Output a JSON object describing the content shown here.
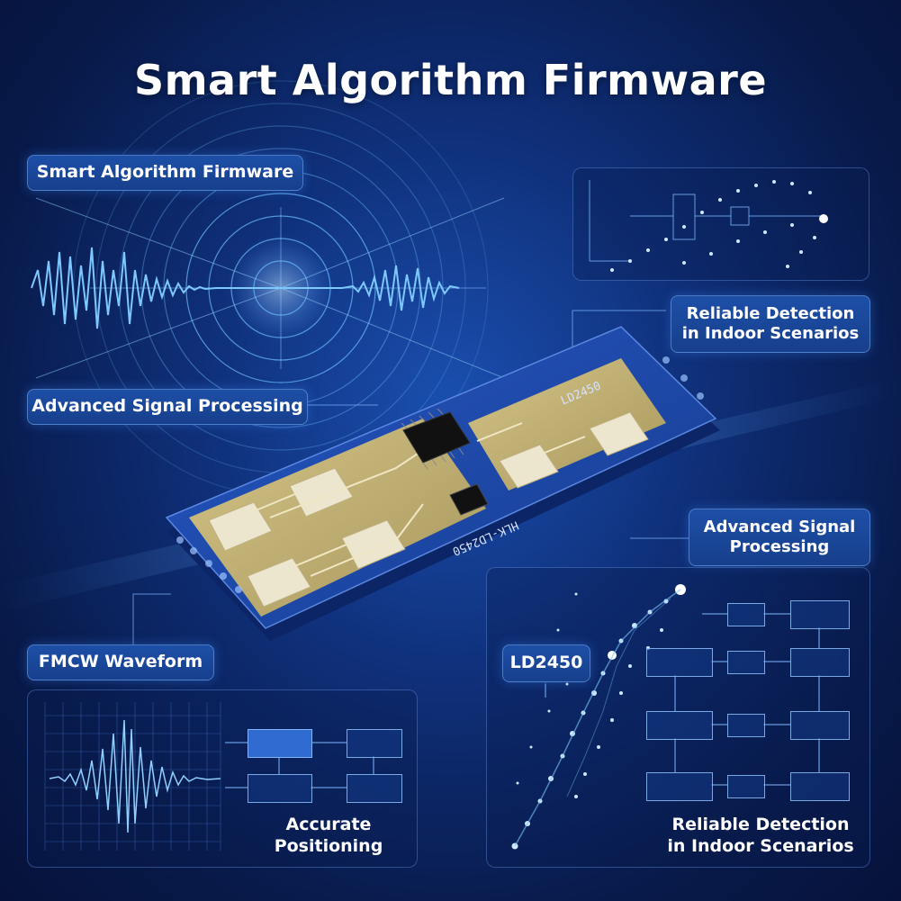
{
  "title": "Smart Algorithm Firmware",
  "labels": {
    "smart_algorithm": "Smart Algorithm Firmware",
    "advanced_signal_left": "Advanced Signal Processing",
    "reliable_top_line1": "Reliable Detection",
    "reliable_top_line2": "in Indoor Scenarios",
    "advanced_signal_right_line1": "Advanced Signal",
    "advanced_signal_right_line2": "Processing",
    "fmcw": "FMCW Waveform",
    "ld2450": "LD2450",
    "accurate_line1": "Accurate",
    "accurate_line2": "Positioning",
    "reliable_bottom_line1": "Reliable Detection",
    "reliable_bottom_line2": "in Indoor Scenarios"
  },
  "board": {
    "model_top": "LD2450",
    "model_mirrored": "HLK-LD2450"
  },
  "colors": {
    "background": "#0f2f78",
    "accent": "#5fb4ff",
    "pcb": "#1b3f9a",
    "antenna": "#c8b77a"
  }
}
